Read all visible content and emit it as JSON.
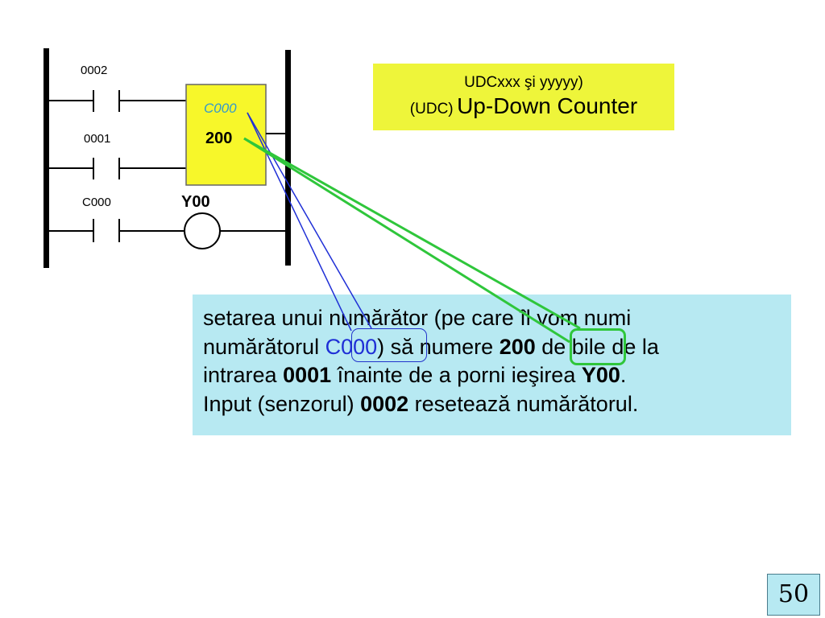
{
  "ladder": {
    "contacts": [
      {
        "label": "0002"
      },
      {
        "label": "0001"
      },
      {
        "label": "C000"
      }
    ],
    "counter": {
      "name": "C000",
      "preset": "200",
      "fill_color": "#f7f72a"
    },
    "coil": {
      "label": "Y00"
    }
  },
  "title_box": {
    "line1": "UDCxxx şi yyyyy)",
    "line2_prefix": "(UDC)",
    "line2_main": "Up-Down Counter",
    "background": "#eef53a"
  },
  "description": {
    "line1": "setarea unui  numărător (pe care îl vom numi",
    "line2_a": "numărătorul ",
    "line2_counter": "C000",
    "line2_b": ") să numere ",
    "line2_preset": "200",
    "line2_c": " de bile de la",
    "line3_a": "intrarea ",
    "line3_input": "0001",
    "line3_b": " înainte de a porni ieşirea ",
    "line3_output": "Y00",
    "line3_c": ".",
    "line4_a": "Input (senzorul) ",
    "line4_reset": "0002",
    "line4_b": " resetează numărătorul.",
    "background": "#b7e9f2"
  },
  "colors": {
    "blue_link": "#1f2fd6",
    "green_link": "#2fc63b"
  },
  "page_number": "50"
}
